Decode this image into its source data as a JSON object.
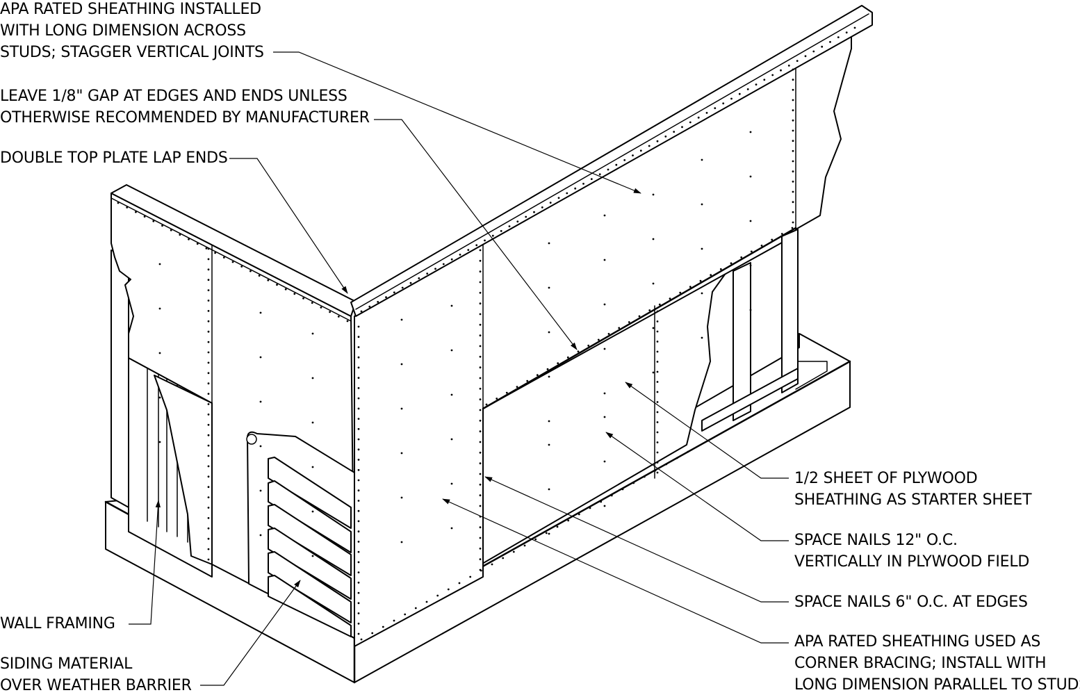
{
  "callouts": [
    {
      "id": "sheathing-installed",
      "lines": [
        "APA RATED SHEATHING INSTALLED",
        "WITH LONG DIMENSION ACROSS",
        "STUDS; STAGGER VERTICAL JOINTS"
      ]
    },
    {
      "id": "gap",
      "lines": [
        "LEAVE 1/8\" GAP AT EDGES AND ENDS UNLESS",
        "OTHERWISE RECOMMENDED BY MANUFACTURER"
      ]
    },
    {
      "id": "top-plate",
      "lines": [
        "DOUBLE TOP PLATE LAP ENDS"
      ]
    },
    {
      "id": "starter-sheet",
      "lines": [
        "1/2 SHEET OF PLYWOOD",
        "SHEATHING AS STARTER SHEET"
      ]
    },
    {
      "id": "nails-field",
      "lines": [
        "SPACE NAILS 12\" O.C.",
        "VERTICALLY IN PLYWOOD FIELD"
      ]
    },
    {
      "id": "nails-edges",
      "lines": [
        "SPACE NAILS 6\" O.C. AT EDGES"
      ]
    },
    {
      "id": "corner-bracing",
      "lines": [
        "APA RATED SHEATHING USED AS",
        "CORNER BRACING; INSTALL WITH",
        "LONG DIMENSION PARALLEL TO STUDS"
      ]
    },
    {
      "id": "wall-framing",
      "lines": [
        "WALL FRAMING"
      ]
    },
    {
      "id": "siding",
      "lines": [
        "SIDING MATERIAL",
        "OVER WEATHER BARRIER"
      ]
    }
  ]
}
